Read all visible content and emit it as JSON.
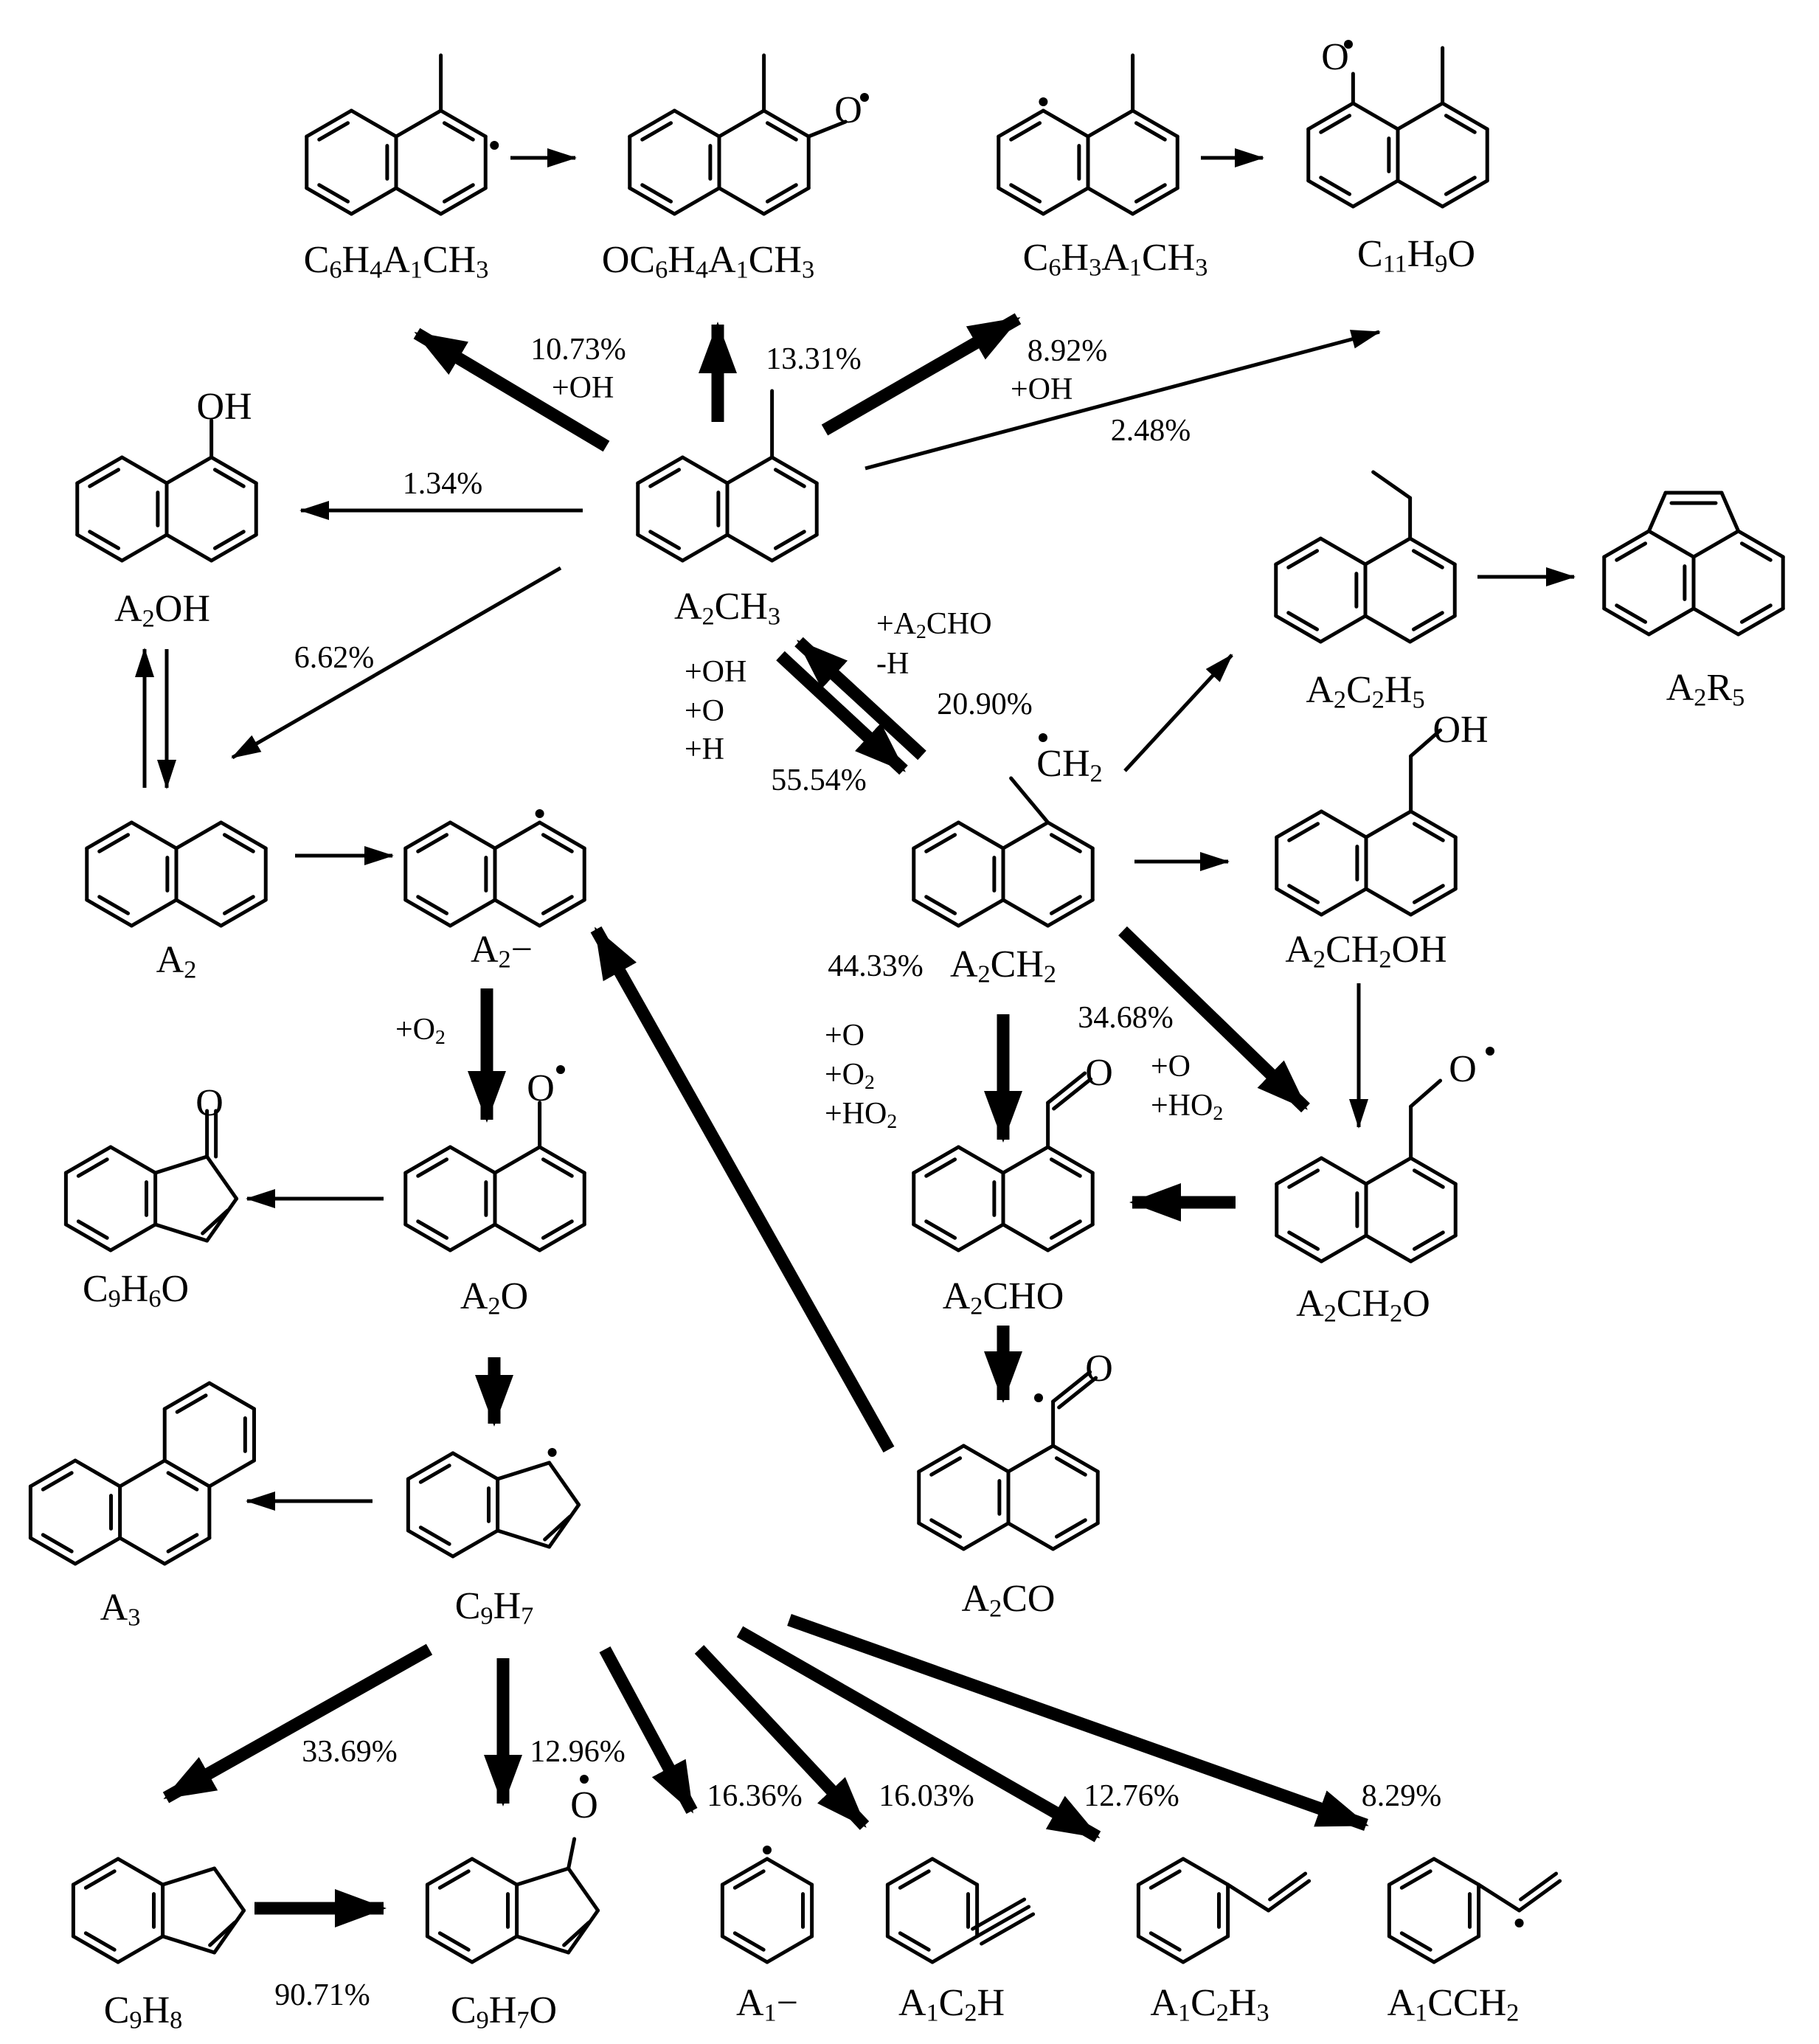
{
  "species": {
    "c6h4a1ch3": "C6H4A1CH3",
    "oc6h4a1ch3": "OC6H4A1CH3",
    "c6h3a1ch3": "C6H3A1CH3",
    "c11h9o": "C11H9O",
    "a2oh": "A2OH",
    "a2ch3": "A2CH3",
    "a2c2h5": "A2C2H5",
    "a2r5": "A2R5",
    "a2": "A2",
    "a2minus": "A2−",
    "a2ch2": "A2CH2",
    "a2ch2oh": "A2CH2OH",
    "c9h6o": "C9H6O",
    "a2o": "A2O",
    "a2cho": "A2CHO",
    "a2ch2o": "A2CH2O",
    "a3": "A3",
    "c9h7": "C9H7",
    "a2co": "A2CO",
    "c9h8": "C9H8",
    "c9h7o": "C9H7O",
    "a1minus": "A1−",
    "a1c2h": "A1C2H",
    "a1c2h3": "A1C2H3",
    "a1cch2": "A1CCH2"
  },
  "percentages": {
    "p1": "10.73%",
    "p2": "13.31%",
    "p3": "8.92%",
    "p4": "2.48%",
    "p5": "1.34%",
    "p6": "6.62%",
    "p7": "20.90%",
    "p8": "55.54%",
    "p9": "44.33%",
    "p10": "34.68%",
    "p11": "33.69%",
    "p12": "12.96%",
    "p13": "16.36%",
    "p14": "16.03%",
    "p15": "12.76%",
    "p16": "8.29%",
    "p17": "90.71%"
  },
  "reagents": {
    "r1": "+OH",
    "r2": "+OH",
    "r3": "+A2CHO\n-H",
    "r4": "+OH\n+O\n+H",
    "r5": "+O2",
    "r6": "+O\n+O2\n+HO2",
    "r7": "+O\n+HO2"
  },
  "atoms": {
    "oh": "OH",
    "o": "O",
    "ch2": "CH2"
  }
}
